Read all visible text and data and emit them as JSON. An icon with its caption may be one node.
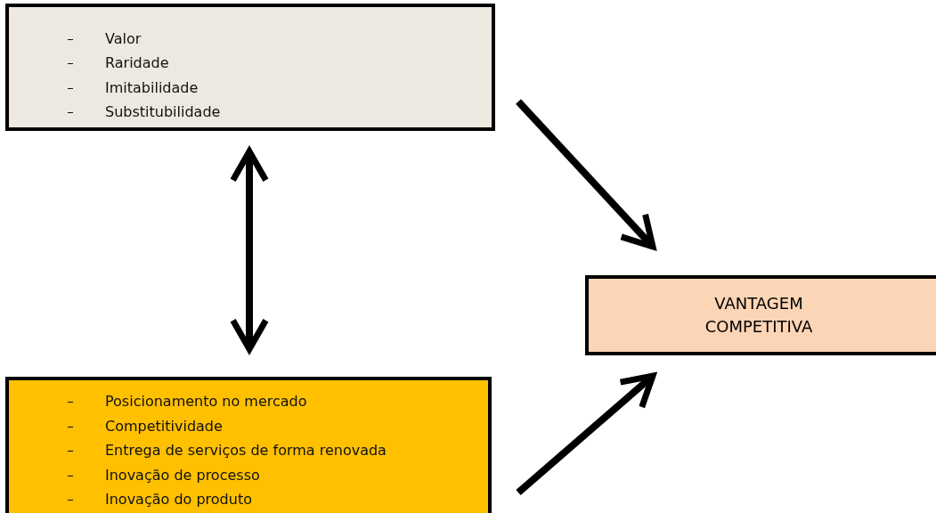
{
  "diagram": {
    "nodes": [
      {
        "text": [
          "Valor",
          "Raridade",
          "Imitabilidade",
          "Substitubilidade"
        ]
      },
      {
        "text": [
          "Posicionamento no mercado",
          "Competitividade",
          "Entrega de serviços de forma renovada",
          "Inovação de processo",
          "Inovação do produto"
        ]
      },
      {
        "text": [
          "VANTAGEM COMPETITIVA"
        ]
      }
    ],
    "edges": [
      {
        "from": 0,
        "to": 1,
        "arrow": "both"
      },
      {
        "from": 0,
        "to": 2,
        "arrow": "to"
      },
      {
        "from": 1,
        "to": 2,
        "arrow": "to"
      }
    ]
  }
}
